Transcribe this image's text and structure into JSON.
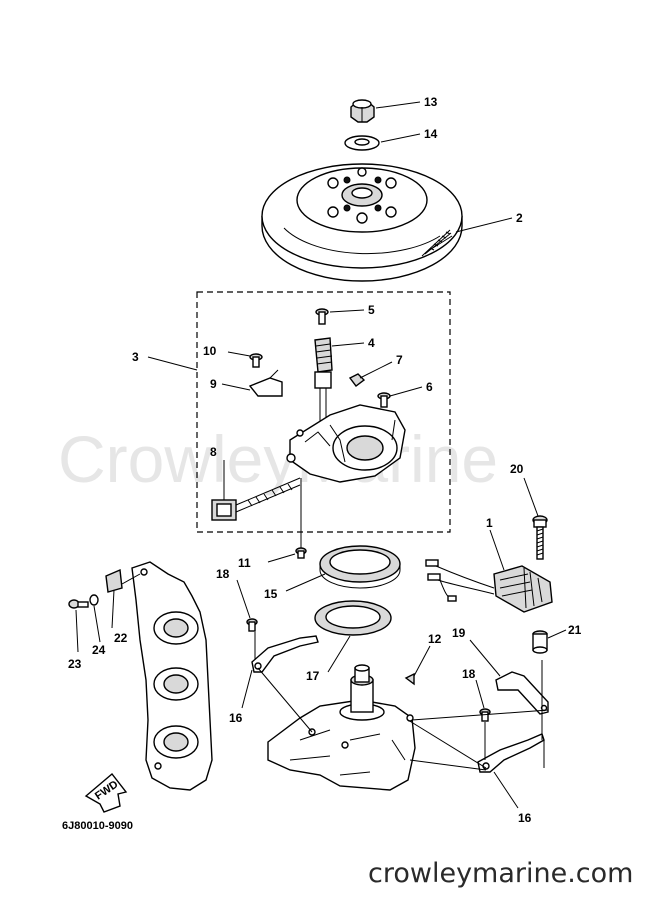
{
  "watermark": "CrowleyMarine",
  "footer": "crowleymarine.com",
  "diagram_code": "6J80010-9090",
  "fwd_label": "FWD",
  "callouts": {
    "c1": "1",
    "c2": "2",
    "c3": "3",
    "c4": "4",
    "c5": "5",
    "c6": "6",
    "c7": "7",
    "c8": "8",
    "c9": "9",
    "c10": "10",
    "c11": "11",
    "c12": "12",
    "c13": "13",
    "c14": "14",
    "c15": "15",
    "c16a": "16",
    "c16b": "16",
    "c17": "17",
    "c18a": "18",
    "c18b": "18",
    "c19": "19",
    "c20": "20",
    "c21": "21",
    "c22": "22",
    "c23": "23",
    "c24": "24"
  }
}
